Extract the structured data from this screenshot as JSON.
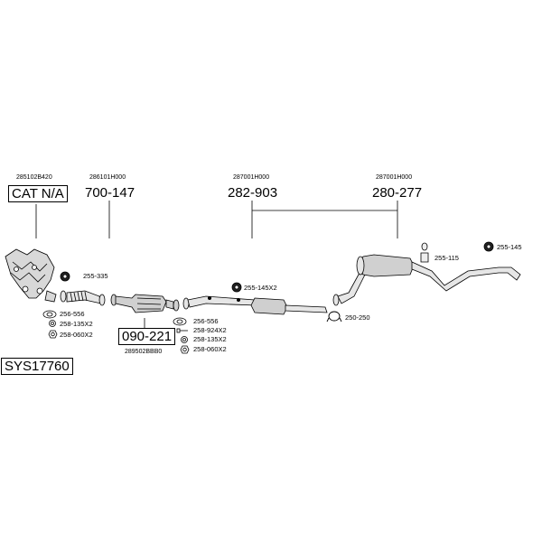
{
  "oem_numbers": {
    "manifold": "285102B420",
    "front_pipe": "286101H000",
    "center_section": "287001H000",
    "rear_section": "287001H000",
    "catalyst": "289502BBB0"
  },
  "article_numbers": {
    "manifold": "CAT N/A",
    "front_pipe": "700-147",
    "center_section": "282-903",
    "rear_section": "280-277",
    "catalyst": "090-221"
  },
  "system_code": "SYS17760",
  "fittings": {
    "f1": "255-335",
    "f2": "256-556",
    "f3": "258-135X2",
    "f4": "258-060X2",
    "f5": "256-556",
    "f6": "258-924X2",
    "f7": "258-135X2",
    "f8": "258-060X2",
    "f9": "255-145X2",
    "f10": "250-250",
    "f11": "255-115",
    "f12": "255-145"
  },
  "icons": [
    "rubber-hanger-icon",
    "gasket-icon",
    "bolt-icon",
    "nut-icon",
    "clamp-icon"
  ]
}
